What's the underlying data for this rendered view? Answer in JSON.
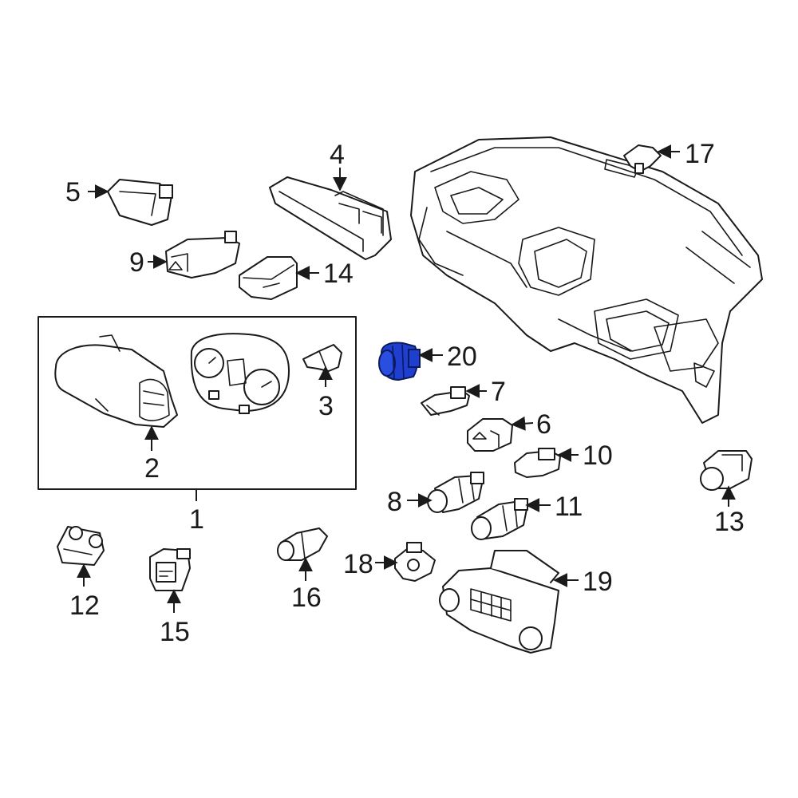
{
  "colors": {
    "line": "#1a1a1a",
    "highlight": "#1f3fd0",
    "highlight_dark": "#0b1a5a",
    "background": "#ffffff"
  },
  "callouts": {
    "c1": "1",
    "c2": "2",
    "c3": "3",
    "c4": "4",
    "c5": "5",
    "c6": "6",
    "c7": "7",
    "c8": "8",
    "c9": "9",
    "c10": "10",
    "c11": "11",
    "c12": "12",
    "c13": "13",
    "c14": "14",
    "c15": "15",
    "c16": "16",
    "c17": "17",
    "c18": "18",
    "c19": "19",
    "c20": "20"
  },
  "highlighted_part": "20"
}
